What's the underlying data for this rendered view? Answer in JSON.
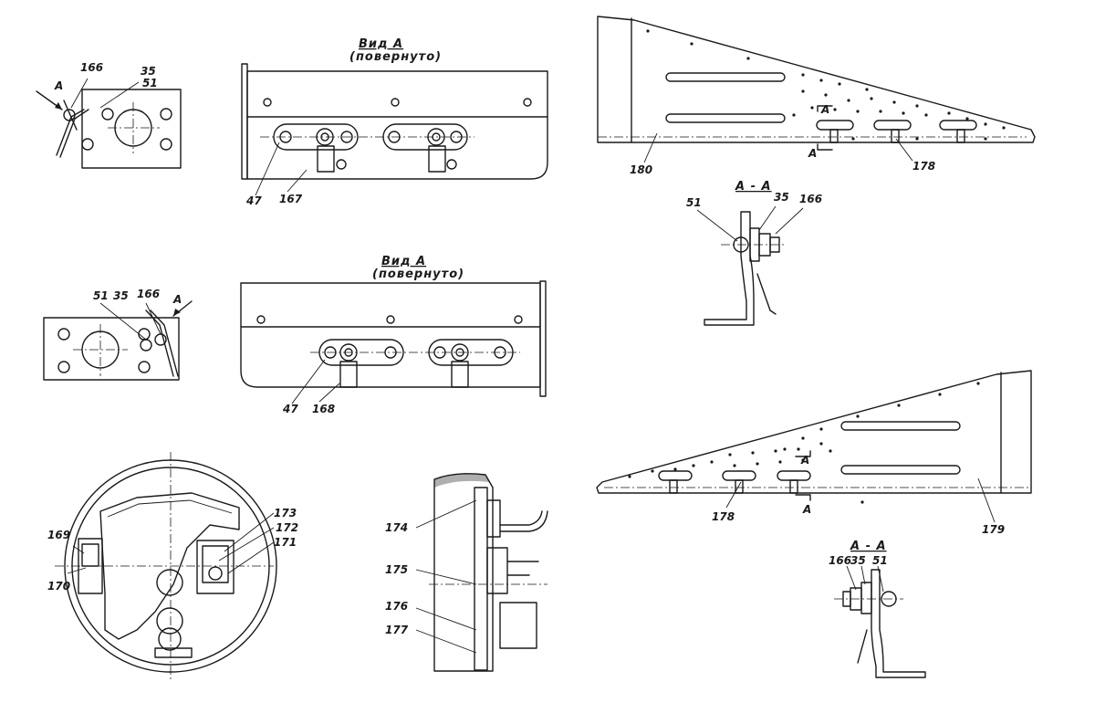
{
  "views": {
    "view_a_label": "Вид А",
    "rotated_label": "(повернуто)",
    "arrow_label": "А"
  },
  "sections": {
    "aa_label": "А - А"
  },
  "parts": {
    "p35": "35",
    "p47": "47",
    "p51": "51",
    "p166": "166",
    "p167": "167",
    "p168": "168",
    "p169": "169",
    "p170": "170",
    "p171": "171",
    "p172": "172",
    "p173": "173",
    "p174": "174",
    "p175": "175",
    "p176": "176",
    "p177": "177",
    "p178": "178",
    "p179": "179",
    "p180": "180"
  }
}
